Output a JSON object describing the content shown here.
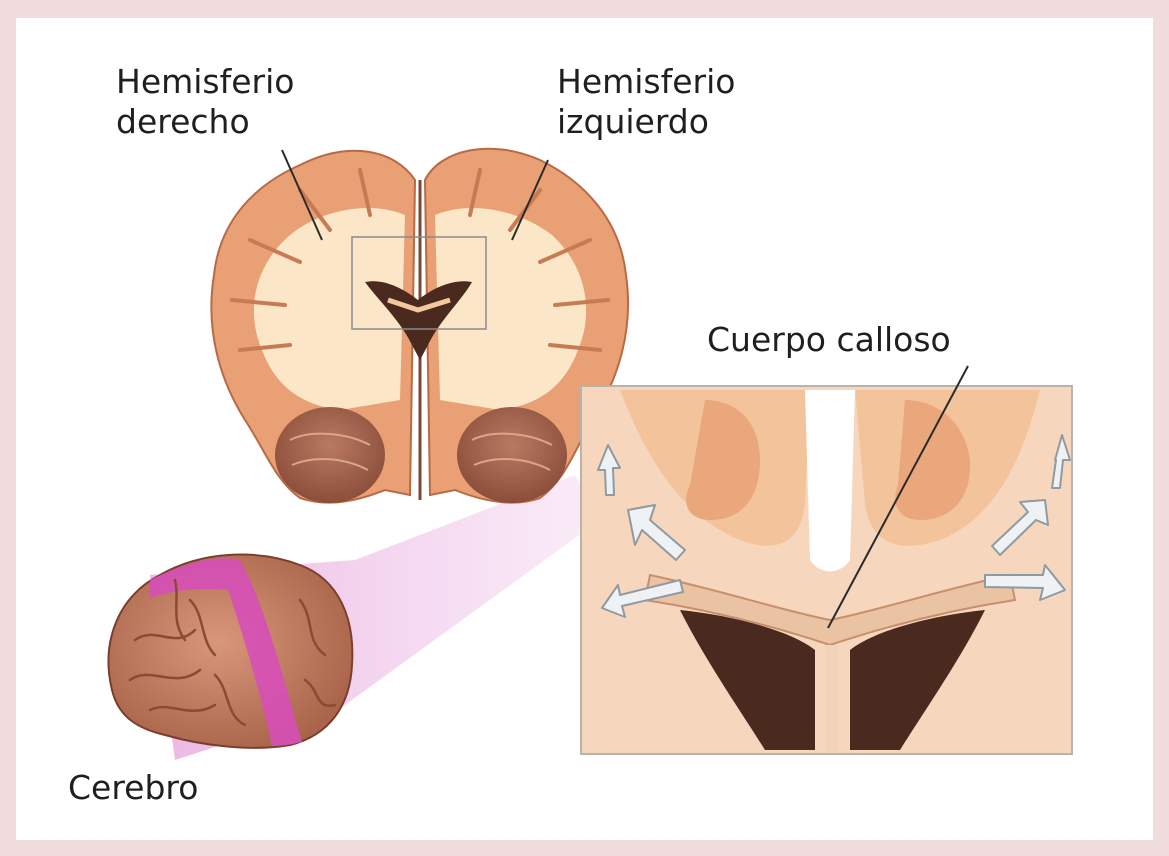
{
  "labels": {
    "right_hemisphere_line1": "Hemisferio",
    "right_hemisphere_line2": "derecho",
    "left_hemisphere_line1": "Hemisferio",
    "left_hemisphere_line2": "izquierdo",
    "corpus_callosum": "Cuerpo calloso",
    "brain": "Cerebro"
  },
  "colors": {
    "page_border": "#f0dcdc",
    "background": "#ffffff",
    "cortex": "#e9a074",
    "white_matter": "#fbe7c8",
    "ventricle": "#4a2a1e",
    "highlight_band": "#d64fb8",
    "brain_surface": "#c98568"
  }
}
